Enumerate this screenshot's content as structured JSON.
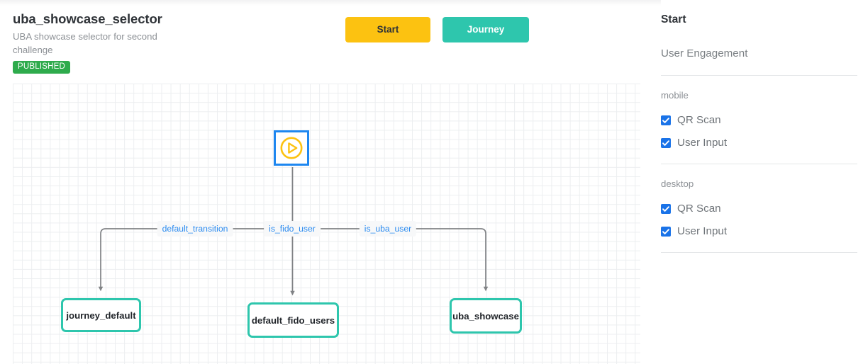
{
  "header": {
    "title": "uba_showcase_selector",
    "subtitle": "UBA showcase selector for second challenge",
    "status_badge": "PUBLISHED"
  },
  "toolbar": {
    "start_label": "Start",
    "journey_label": "Journey",
    "start_color": "#fcc211",
    "journey_color": "#2ec6ad"
  },
  "graph": {
    "start_node": {
      "icon": "play-circle-icon",
      "border_color": "#1e87f0",
      "icon_color": "#fcc211"
    },
    "edge_labels": [
      {
        "id": "default_transition",
        "text": "default_transition"
      },
      {
        "id": "is_fido_user",
        "text": "is_fido_user"
      },
      {
        "id": "is_uba_user",
        "text": "is_uba_user"
      }
    ],
    "nodes": [
      {
        "id": "journey_default",
        "label": "journey_default"
      },
      {
        "id": "default_fido_users",
        "label": "default_fido_users"
      },
      {
        "id": "uba_showcase",
        "label": "uba_showcase"
      }
    ],
    "node_border_color": "#2ec6ad",
    "edge_color": "#808285",
    "label_text_color": "#2d8cf0"
  },
  "sidebar": {
    "title": "Start",
    "subtitle": "User Engagement",
    "groups": [
      {
        "name": "mobile",
        "options": [
          {
            "label": "QR Scan",
            "checked": true
          },
          {
            "label": "User Input",
            "checked": true
          }
        ]
      },
      {
        "name": "desktop",
        "options": [
          {
            "label": "QR Scan",
            "checked": true
          },
          {
            "label": "User Input",
            "checked": true
          }
        ]
      }
    ],
    "checkbox_color": "#1a73e8"
  }
}
